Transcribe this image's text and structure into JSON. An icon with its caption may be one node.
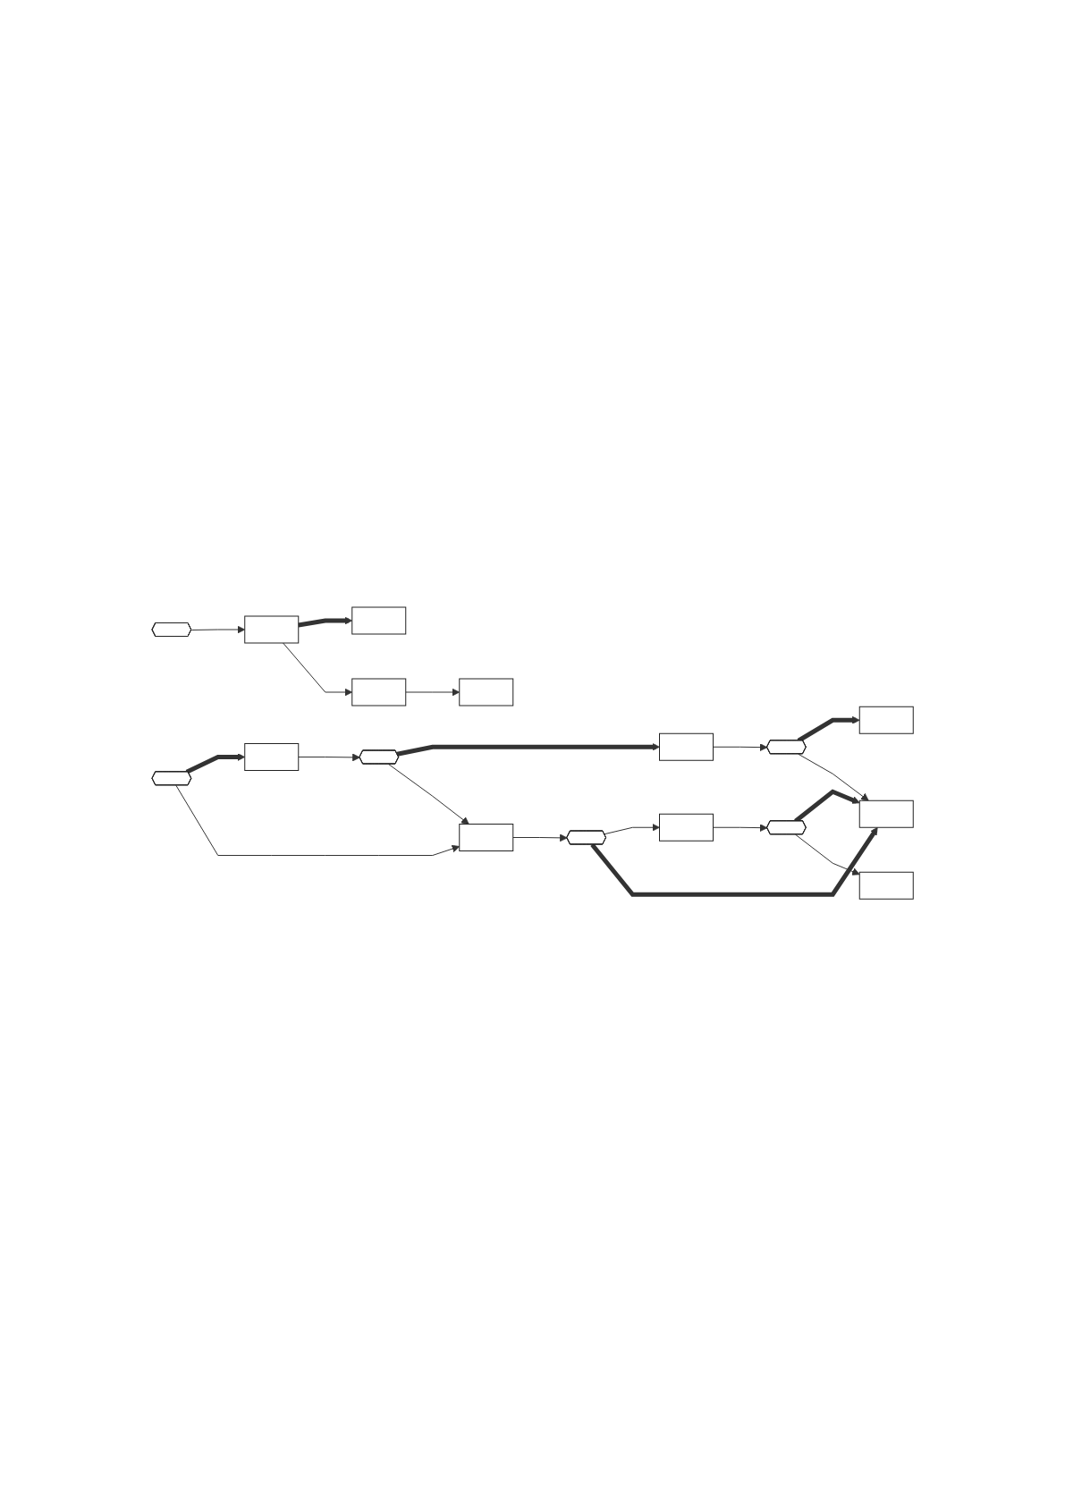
{
  "diagram": {
    "nodes": [
      {
        "text": [],
        "shape": "hexagon"
      },
      {
        "text": [],
        "shape": "box"
      },
      {
        "text": [],
        "shape": "hexagon"
      },
      {
        "text": [],
        "shape": "box"
      },
      {
        "text": [],
        "shape": "hexagon"
      },
      {
        "text": [],
        "shape": "box"
      },
      {
        "text": [],
        "shape": "box"
      },
      {
        "text": [],
        "shape": "hexagon"
      },
      {
        "text": [],
        "shape": "box"
      },
      {
        "text": [],
        "shape": "hexagon"
      },
      {
        "text": [],
        "shape": "box"
      },
      {
        "text": [],
        "shape": "box"
      },
      {
        "text": [],
        "shape": "hexagon"
      },
      {
        "text": [],
        "shape": "box"
      },
      {
        "text": [],
        "shape": "box"
      },
      {
        "text": [],
        "shape": "box"
      },
      {
        "text": [],
        "shape": "box"
      }
    ],
    "edges": [
      {
        "from": 0,
        "to": 1,
        "arrow": "to",
        "style": "thick"
      },
      {
        "from": 1,
        "to": 2,
        "arrow": "to"
      },
      {
        "from": 2,
        "to": 3,
        "arrow": "to",
        "style": "thick"
      },
      {
        "from": 3,
        "to": 4,
        "arrow": "to"
      },
      {
        "from": 4,
        "to": 5,
        "arrow": "to",
        "style": "thick"
      },
      {
        "from": 0,
        "to": 6,
        "arrow": "to"
      },
      {
        "from": 2,
        "to": 6,
        "arrow": "to"
      },
      {
        "from": 4,
        "to": 10,
        "arrow": "to"
      },
      {
        "from": 6,
        "to": 7,
        "arrow": "to"
      },
      {
        "from": 7,
        "to": 8,
        "arrow": "to"
      },
      {
        "from": 8,
        "to": 9,
        "arrow": "to"
      },
      {
        "from": 9,
        "to": 10,
        "arrow": "to",
        "style": "thick"
      },
      {
        "from": 9,
        "to": 11,
        "arrow": "to"
      },
      {
        "from": 7,
        "to": 10,
        "arrow": "to",
        "style": "thick"
      },
      {
        "from": 12,
        "to": 13,
        "arrow": "to"
      },
      {
        "from": 13,
        "to": 14,
        "arrow": "to",
        "style": "thick"
      },
      {
        "from": 13,
        "to": 15,
        "arrow": "to"
      },
      {
        "from": 15,
        "to": 16,
        "arrow": "to"
      }
    ]
  }
}
